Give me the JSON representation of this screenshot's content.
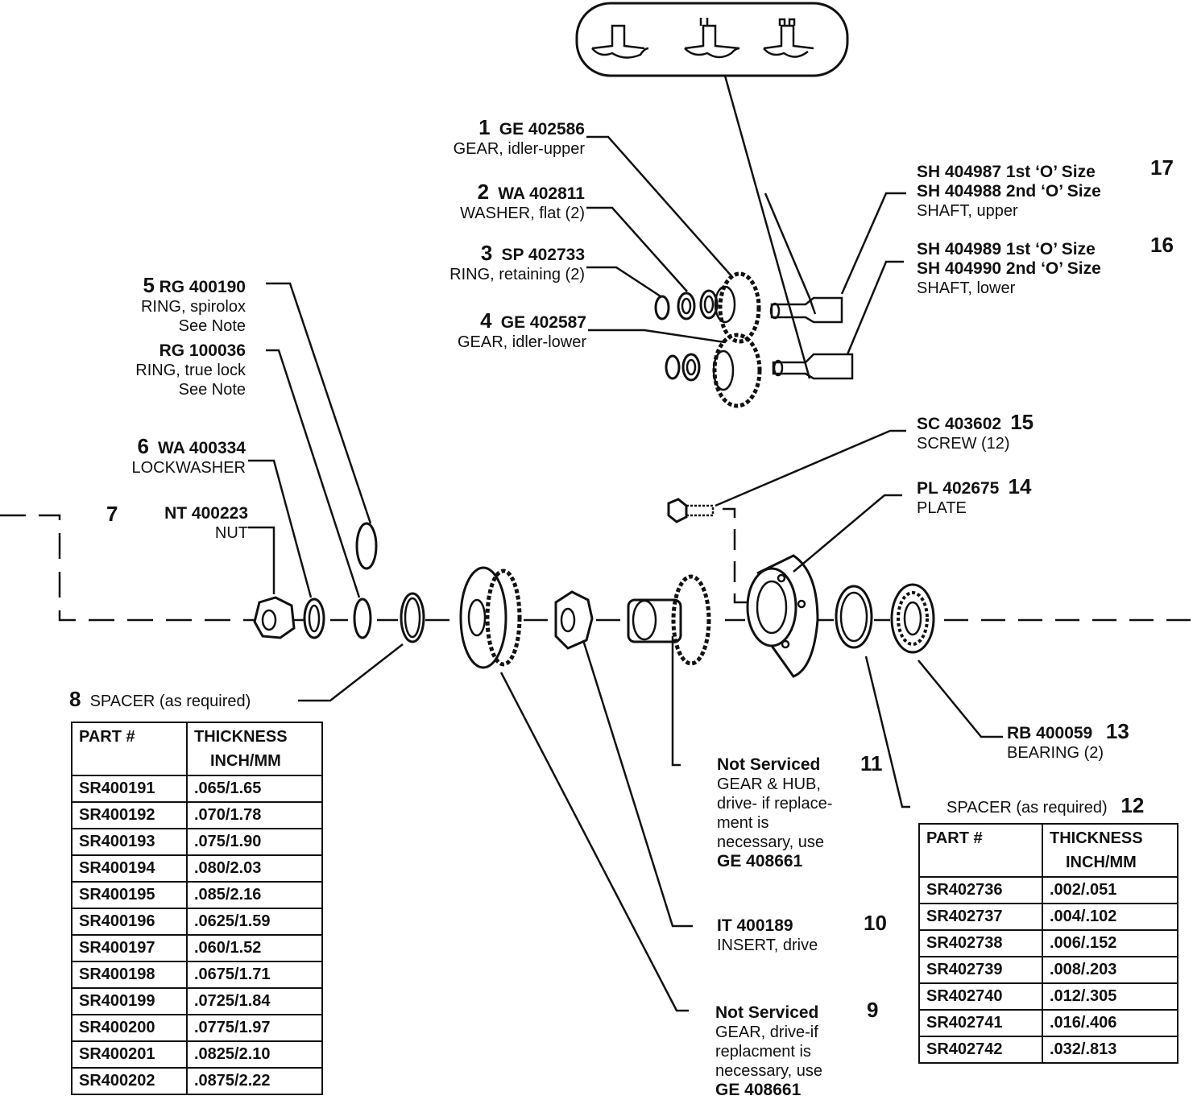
{
  "callouts": {
    "c1": {
      "num": "1",
      "code": "GE 402586",
      "desc": "GEAR, idler-upper"
    },
    "c2": {
      "num": "2",
      "code": "WA 402811",
      "desc": "WASHER, flat (2)"
    },
    "c3": {
      "num": "3",
      "code": "SP 402733",
      "desc": "RING, retaining (2)"
    },
    "c4": {
      "num": "4",
      "code": "GE 402587",
      "desc": "GEAR, idler-lower"
    },
    "c5": {
      "num": "5",
      "code": "RG 400190",
      "desc1": "RING, spirolox",
      "desc2": "See Note"
    },
    "c5b": {
      "code": "RG 100036",
      "desc1": "RING, true lock",
      "desc2": "See Note"
    },
    "c6": {
      "num": "6",
      "code": "WA 400334",
      "desc": "LOCKWASHER"
    },
    "c7": {
      "num": "7",
      "code": "NT 400223",
      "desc": "NUT"
    },
    "c8": {
      "num": "8",
      "desc": "SPACER (as required)"
    },
    "c9": {
      "num": "9",
      "code": "Not Serviced",
      "lines": [
        "GEAR, drive-if",
        "replacment is",
        "necessary, use"
      ],
      "ref": "GE 408661"
    },
    "c10": {
      "num": "10",
      "code": "IT 400189",
      "desc": "INSERT, drive"
    },
    "c11": {
      "num": "11",
      "code": "Not Serviced",
      "lines": [
        "GEAR & HUB,",
        "drive- if replace-",
        "ment is",
        "necessary, use"
      ],
      "ref": "GE 408661"
    },
    "c12": {
      "num": "12",
      "desc": "SPACER (as required)"
    },
    "c13": {
      "num": "13",
      "code": "RB  400059",
      "desc": "BEARING (2)"
    },
    "c14": {
      "num": "14",
      "code": "PL 402675",
      "desc": "PLATE"
    },
    "c15": {
      "num": "15",
      "code": "SC 403602",
      "desc": "SCREW (12)"
    },
    "c16": {
      "num": "16",
      "code1": "SH 404989 1st ‘O’ Size",
      "code2": "SH 404990 2nd ‘O’ Size",
      "desc": "SHAFT, lower"
    },
    "c17": {
      "num": "17",
      "code1": "SH 404987 1st ‘O’ Size",
      "code2": "SH 404988 2nd ‘O’ Size",
      "desc": "SHAFT, upper"
    }
  },
  "table8": {
    "headers": [
      "PART #",
      "THICKNESS",
      "INCH/MM"
    ],
    "rows": [
      [
        "SR400191",
        ".065/1.65"
      ],
      [
        "SR400192",
        ".070/1.78"
      ],
      [
        "SR400193",
        ".075/1.90"
      ],
      [
        "SR400194",
        ".080/2.03"
      ],
      [
        "SR400195",
        ".085/2.16"
      ],
      [
        "SR400196",
        ".0625/1.59"
      ],
      [
        "SR400197",
        ".060/1.52"
      ],
      [
        "SR400198",
        ".0675/1.71"
      ],
      [
        "SR400199",
        ".0725/1.84"
      ],
      [
        "SR400200",
        ".0775/1.97"
      ],
      [
        "SR400201",
        ".0825/2.10"
      ],
      [
        "SR400202",
        ".0875/2.22"
      ]
    ]
  },
  "table12": {
    "headers": [
      "PART #",
      "THICKNESS",
      "INCH/MM"
    ],
    "rows": [
      [
        "SR402736",
        ".002/.051"
      ],
      [
        "SR402737",
        ".004/.102"
      ],
      [
        "SR402738",
        ".006/.152"
      ],
      [
        "SR402739",
        ".008/.203"
      ],
      [
        "SR402740",
        ".012/.305"
      ],
      [
        "SR402741",
        ".016/.406"
      ],
      [
        "SR402742",
        ".032/.813"
      ]
    ]
  }
}
